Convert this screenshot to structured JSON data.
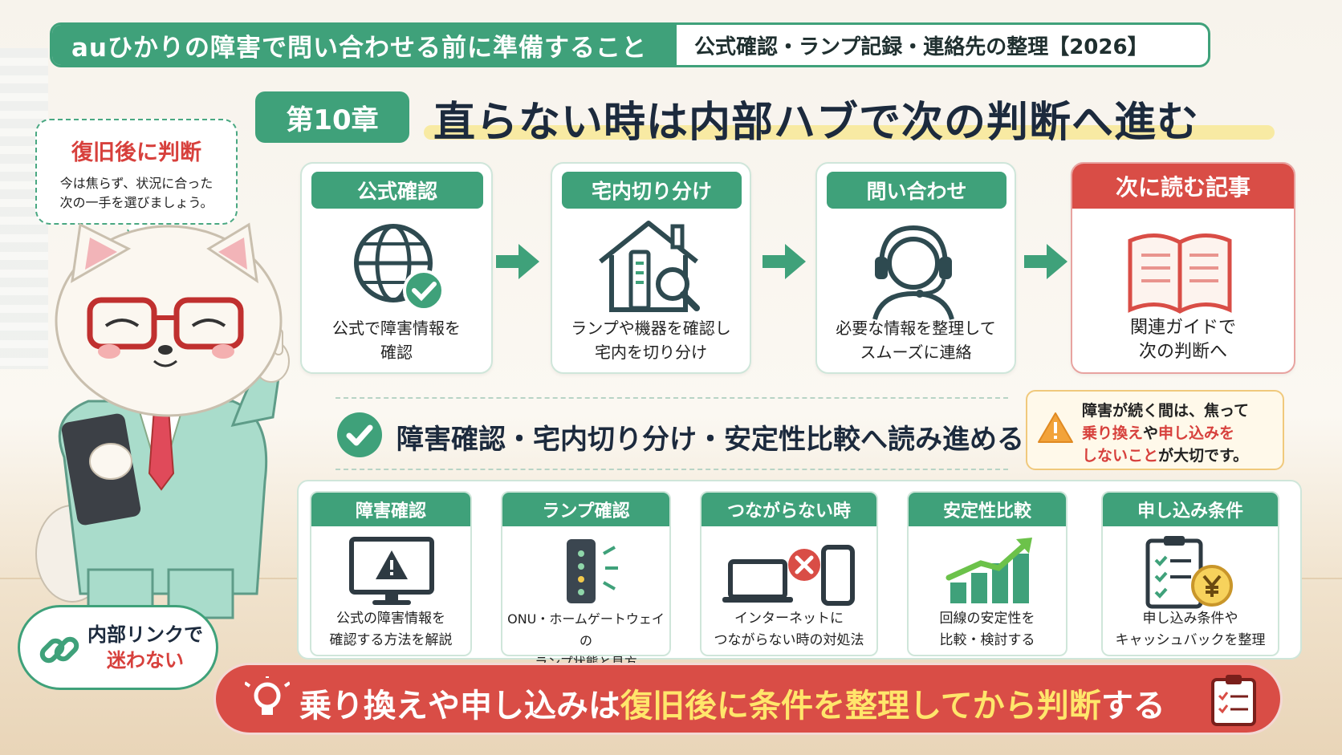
{
  "header": {
    "left": "auひかりの障害で問い合わせる前に準備すること",
    "right": "公式確認・ランプ記録・連絡先の整理【2026】"
  },
  "chapter": {
    "label": "第10章",
    "title": "直らない時は内部ハブで次の判断へ進む"
  },
  "bubble": {
    "title": "復旧後に判断",
    "text_line1": "今は焦らず、状況に合った",
    "text_line2": "次の一手を選びましょう。"
  },
  "flow": [
    {
      "label": "公式確認",
      "icon": "globe-check-icon",
      "line1": "公式で障害情報を",
      "line2": "確認"
    },
    {
      "label": "宅内切り分け",
      "icon": "house-search-icon",
      "line1": "ランプや機器を確認し",
      "line2": "宅内を切り分け"
    },
    {
      "label": "問い合わせ",
      "icon": "headset-icon",
      "line1": "必要な情報を整理して",
      "line2": "スムーズに連絡"
    },
    {
      "label": "次に読む記事",
      "icon": "open-book-icon",
      "line1": "関連ガイドで",
      "line2": "次の判断へ"
    }
  ],
  "subheading": "障害確認・宅内切り分け・安定性比較へ読み進める",
  "warning": {
    "line1": "障害が続く間は、焦って",
    "red1": "乗り換え",
    "mid": "や",
    "red2": "申し込みを",
    "red3": "しないこと",
    "tail": "が大切です。"
  },
  "cards": [
    {
      "label": "障害確認",
      "icon": "monitor-warning-icon",
      "line1": "公式の障害情報を",
      "line2": "確認する方法を解説"
    },
    {
      "label": "ランプ確認",
      "icon": "router-lamp-icon",
      "line1": "ONU・ホームゲートウェイの",
      "line2": "ランプ状態と見方"
    },
    {
      "label": "つながらない時",
      "icon": "no-connection-icon",
      "line1": "インターネットに",
      "line2": "つながらない時の対処法"
    },
    {
      "label": "安定性比較",
      "icon": "growth-chart-icon",
      "line1": "回線の安定性を",
      "line2": "比較・検討する"
    },
    {
      "label": "申し込み条件",
      "icon": "checklist-yen-icon",
      "line1": "申し込み条件や",
      "line2": "キャッシュバックを整理"
    }
  ],
  "link_bubble": {
    "line1": "内部リンクで",
    "line2": "迷わない"
  },
  "banner": {
    "part1": "乗り換えや申し込みは",
    "part2": "復旧後に条件を整理してから判断",
    "part3": "する"
  },
  "colors": {
    "green": "#3fa17a",
    "red": "#d94d46",
    "yellow": "#ffe66b",
    "navy": "#1c2a3d"
  }
}
